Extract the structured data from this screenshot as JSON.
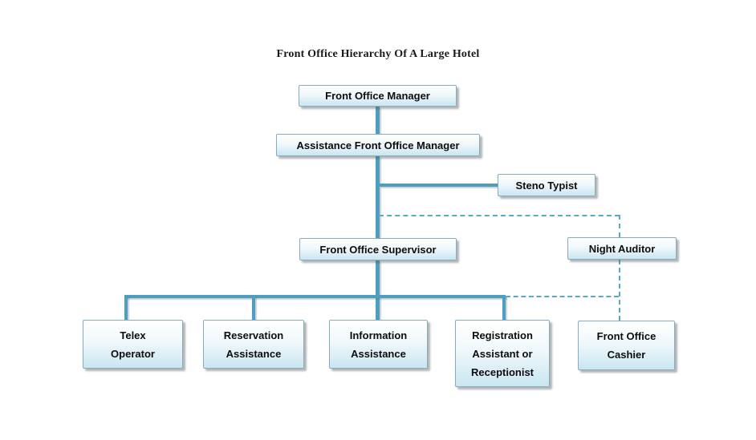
{
  "title": "Front Office Hierarchy Of A Large Hotel",
  "colors": {
    "background": "#ffffff",
    "box_border": "#85adbd",
    "box_gradient_top": "#ffffff",
    "box_gradient_bottom": "#c9e6f1",
    "connector_solid": "#4d9fc2",
    "connector_dashed": "#57abc9",
    "text": "#0d0d0d"
  },
  "nodes": [
    {
      "id": "front-office-manager",
      "label": "Front Office Manager"
    },
    {
      "id": "assistance-front-office-manager",
      "label": "Assistance Front Office Manager"
    },
    {
      "id": "steno-typist",
      "label": "Steno Typist"
    },
    {
      "id": "front-office-supervisor",
      "label": "Front Office Supervisor"
    },
    {
      "id": "night-auditor",
      "label": "Night Auditor"
    },
    {
      "id": "telex-operator",
      "label": "Telex\nOperator"
    },
    {
      "id": "reservation-assistance",
      "label": "Reservation\nAssistance"
    },
    {
      "id": "information-assistance",
      "label": "Information\nAssistance"
    },
    {
      "id": "registration-assistant-or-receptionist",
      "label": "Registration\nAssistant or\nReceptionist"
    },
    {
      "id": "front-office-cashier",
      "label": "Front Office\nCashier"
    }
  ],
  "edges": [
    {
      "from": "Front Office Manager",
      "to": "Assistance Front Office Manager",
      "style": "solid"
    },
    {
      "from": "Assistance Front Office Manager",
      "to": "Steno Typist",
      "style": "solid"
    },
    {
      "from": "Assistance Front Office Manager",
      "to": "Front Office Supervisor",
      "style": "solid"
    },
    {
      "from": "Assistance Front Office Manager",
      "to": "Night Auditor",
      "style": "dashed"
    },
    {
      "from": "Front Office Supervisor",
      "to": "Telex Operator",
      "style": "solid"
    },
    {
      "from": "Front Office Supervisor",
      "to": "Reservation Assistance",
      "style": "solid"
    },
    {
      "from": "Front Office Supervisor",
      "to": "Information Assistance",
      "style": "solid"
    },
    {
      "from": "Front Office Supervisor",
      "to": "Registration Assistant or Receptionist",
      "style": "solid"
    },
    {
      "from": "Night Auditor",
      "to": "Front Office Cashier",
      "style": "dashed"
    }
  ]
}
